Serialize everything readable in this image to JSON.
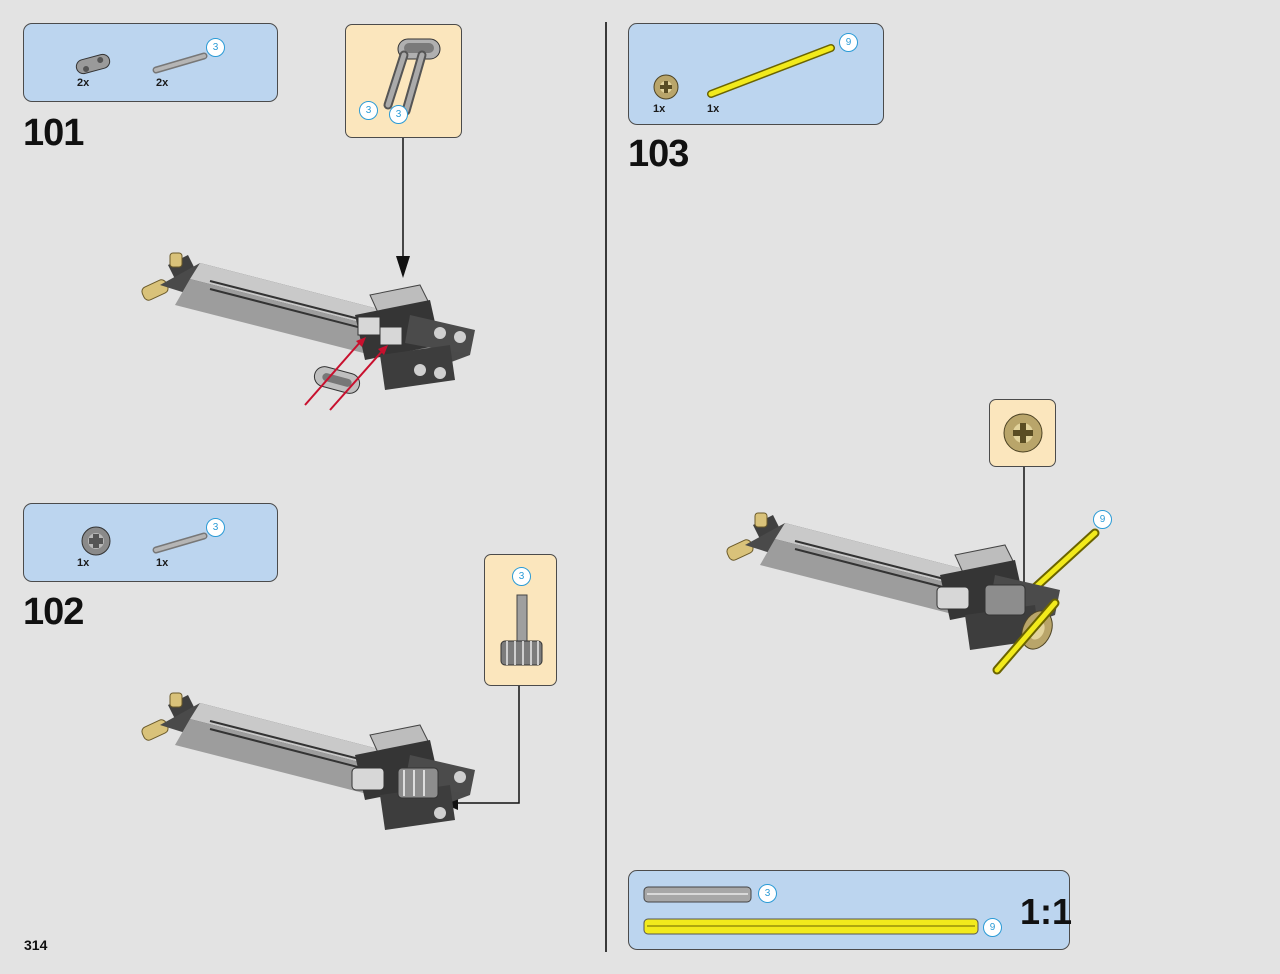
{
  "page_number": "314",
  "steps": [
    {
      "number": "101",
      "parts": [
        {
          "qty": "2x",
          "icon": "connector-link-icon"
        },
        {
          "qty": "2x",
          "icon": "axle-3-icon",
          "length": "3"
        }
      ],
      "subassembly_lengths": [
        "3",
        "3"
      ]
    },
    {
      "number": "102",
      "parts": [
        {
          "qty": "1x",
          "icon": "gear-small-icon"
        },
        {
          "qty": "1x",
          "icon": "axle-3-icon",
          "length": "3"
        }
      ],
      "subassembly_length": "3"
    },
    {
      "number": "103",
      "parts": [
        {
          "qty": "1x",
          "icon": "gear-tan-icon"
        },
        {
          "qty": "1x",
          "icon": "axle-9-yellow-icon",
          "length": "9"
        }
      ],
      "callout_length": "9"
    }
  ],
  "scale": {
    "label": "1:1",
    "items": [
      {
        "length": "3",
        "color": "#a7a7a7"
      },
      {
        "length": "9",
        "color": "#f2ea1c"
      }
    ]
  },
  "colors": {
    "background": "#e3e3e3",
    "parts_box": "#bcd5ef",
    "subassembly_box": "#fbe6bd",
    "badge": "#2b9bd6",
    "axle_gray": "#a7a7a7",
    "axle_yellow": "#f2ea1c",
    "beam_dark": "#555555",
    "arrow_red": "#c8102e"
  }
}
